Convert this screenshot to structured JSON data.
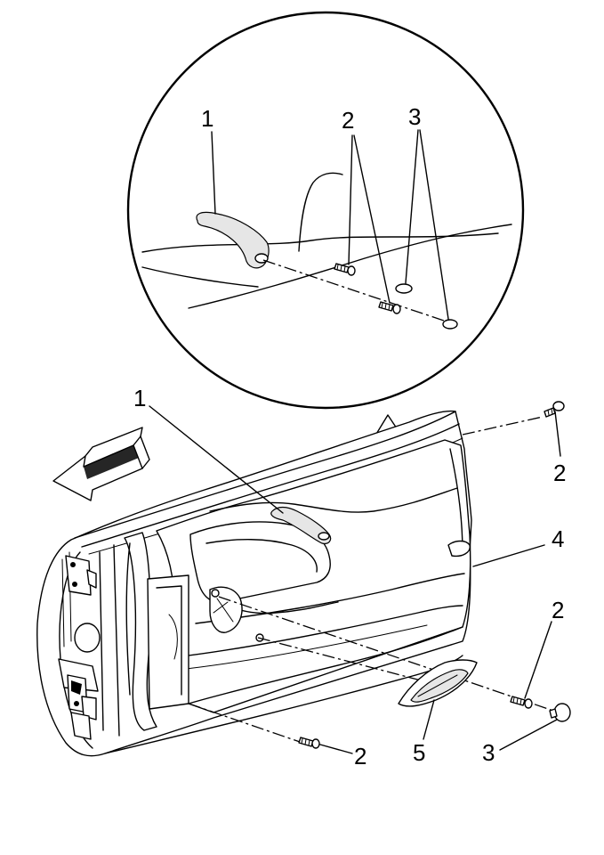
{
  "callouts": {
    "detail_1": "1",
    "detail_2": "2",
    "detail_3": "3",
    "main_1": "1",
    "main_2_top": "2",
    "main_4": "4",
    "main_2_right": "2",
    "main_2_bottom": "2",
    "main_5": "5",
    "main_3": "3"
  },
  "colors": {
    "ink": "#000000",
    "paper": "#ffffff",
    "shade": "#e6e6e6"
  },
  "icons": [
    "forward-direction-arrow-icon",
    "detail-view-arrow-icon"
  ]
}
